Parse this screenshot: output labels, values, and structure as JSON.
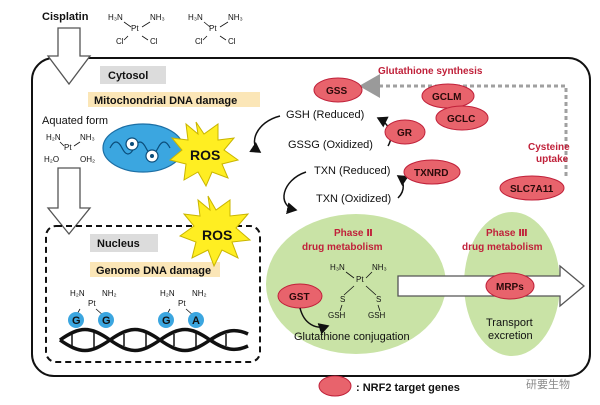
{
  "title": "Cisplatin",
  "colors": {
    "target_gene": "#e8636c",
    "target_gene_stroke": "#c0213a",
    "ros": "#ffee22",
    "green_region": "#c9e3a6",
    "header_tag": "#dcdcdc",
    "highlight_tag": "#fbe6b7",
    "mito": "#3ba6e0"
  },
  "compartments": {
    "cytosol": "Cytosol",
    "nucleus": "Nucleus"
  },
  "labels": {
    "mito_damage": "Mitochondrial DNA damage",
    "aquated_form": "Aquated form",
    "genome_damage": "Genome DNA damage",
    "glutathione_synthesis": "Glutathione synthesis",
    "cysteine_uptake_1": "Cysteine",
    "cysteine_uptake_2": "uptake",
    "gsh_reduced": "GSH (Reduced)",
    "gssg_oxidized": "GSSG (Oxidized)",
    "txn_reduced": "TXN (Reduced)",
    "txn_oxidized": "TXN (Oxidized)",
    "phase2_1": "Phase Ⅱ",
    "phase2_2": "drug metabolism",
    "phase3_1": "Phase Ⅲ",
    "phase3_2": "drug metabolism",
    "glutathione_conjugation": "Glutathione conjugation",
    "transport_1": "Transport",
    "transport_2": "excretion",
    "legend": ": NRF2 target genes",
    "watermark": "研要生物"
  },
  "ros": [
    "ROS",
    "ROS"
  ],
  "genes": {
    "gss": "GSS",
    "gclm": "GCLM",
    "gclc": "GCLC",
    "gr": "GR",
    "txnrd": "TXNRD",
    "slc7a11": "SLC7A11",
    "gst": "GST",
    "mrps": "MRPs"
  },
  "chem": {
    "h3n": "H₃N",
    "nh3": "NH₃",
    "h2n": "H₂N",
    "nh2": "NH₂",
    "h2o": "H₂O",
    "oh2": "OH₂",
    "pt": "Pt",
    "cl": "Cl",
    "s": "S",
    "gsh": "GSH"
  },
  "dna_bases": [
    "G",
    "G",
    "G",
    "A"
  ]
}
